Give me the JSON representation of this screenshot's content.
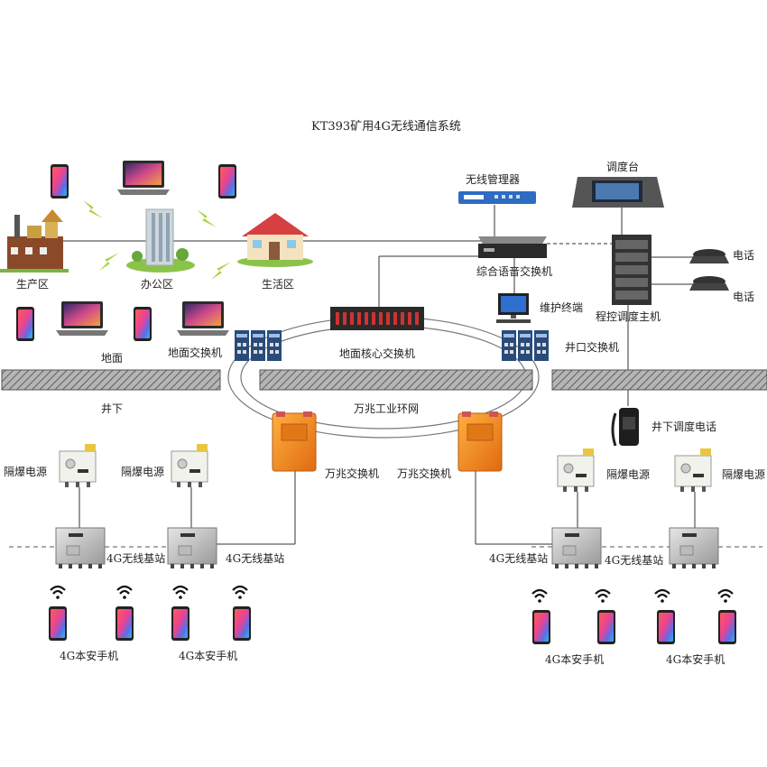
{
  "title": "KT393矿用4G无线通信系统",
  "labels": {
    "production_area": "生产区",
    "office_area": "办公区",
    "living_area": "生活区",
    "wireless_manager": "无线管理器",
    "dispatch_console": "调度台",
    "integrated_voice_switch": "综合语音交换机",
    "telephone_1": "电话",
    "telephone_2": "电话",
    "maintenance_terminal": "维护终端",
    "pbx_dispatch_host": "程控调度主机",
    "surface": "地面",
    "surface_switch": "地面交换机",
    "surface_core_switch": "地面核心交换机",
    "shaft_switch": "井口交换机",
    "underground": "井下",
    "ring_network": "万兆工业环网",
    "underground_dispatch_phone": "井下调度电话",
    "flameproof_psu_1": "隔爆电源",
    "flameproof_psu_2": "隔爆电源",
    "flameproof_psu_3": "隔爆电源",
    "flameproof_psu_4": "隔爆电源",
    "gigabit_switch_left": "万兆交换机",
    "gigabit_switch_right": "万兆交换机",
    "base_station_1": "4G无线基站",
    "base_station_2": "4G无线基站",
    "base_station_3": "4G无线基站",
    "base_station_4": "4G无线基站",
    "phone_group_1": "4G本安手机",
    "phone_group_2": "4G本安手机",
    "phone_group_3": "4G本安手机",
    "phone_group_4": "4G本安手机"
  },
  "colors": {
    "line": "#333333",
    "ground_hatch": "#7a7a7a",
    "orange_switch": "#f08c1e",
    "lightning": "#9acd32",
    "phone_gradient_top": "#e8406a",
    "phone_gradient_bottom": "#3a6fd8"
  }
}
